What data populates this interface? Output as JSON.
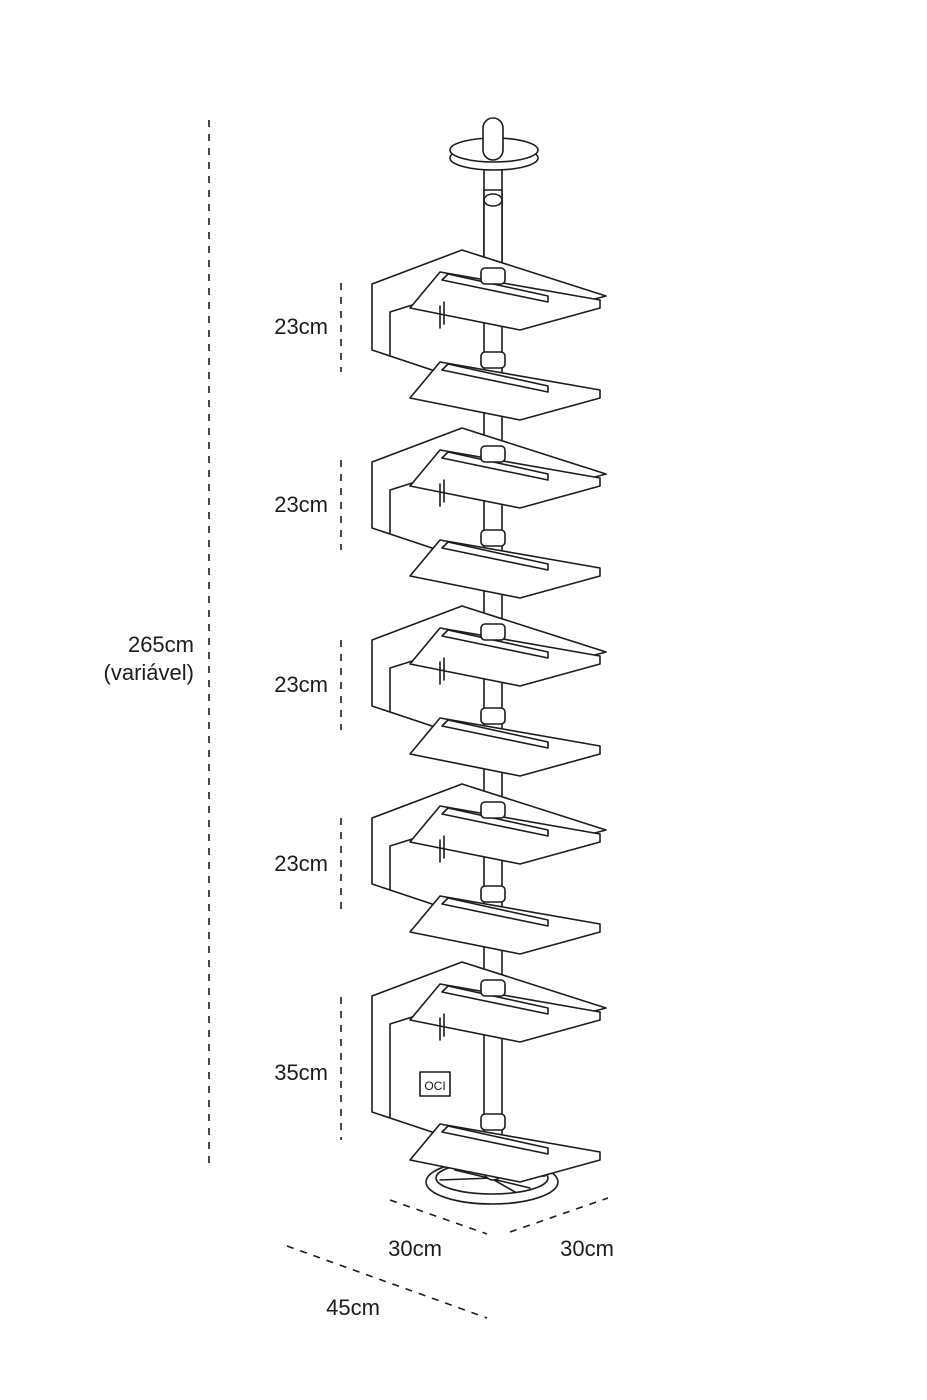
{
  "dimensions": {
    "total_height": "265cm",
    "total_height_note": "(variável)",
    "segments": [
      "23cm",
      "23cm",
      "23cm",
      "23cm",
      "35cm"
    ],
    "depth_left": "30cm",
    "depth_right": "30cm",
    "base_width": "45cm"
  },
  "logo_text": "OCI"
}
